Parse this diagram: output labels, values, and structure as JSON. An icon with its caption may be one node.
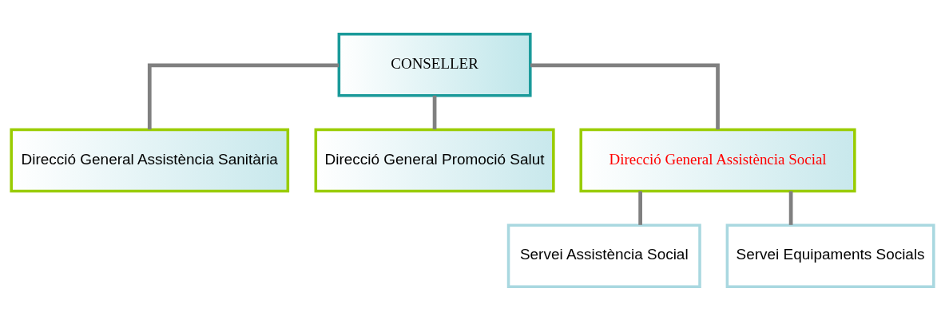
{
  "diagram": {
    "nodes": [
      {
        "text": [
          "CONSELLER"
        ]
      },
      {
        "text": [
          "Direcció General Assistència Sanitària"
        ]
      },
      {
        "text": [
          "Direcció General Promoció Salut"
        ]
      },
      {
        "text": [
          "Direcció General Assistència Social"
        ]
      },
      {
        "text": [
          "Servei Assistència Social"
        ]
      },
      {
        "text": [
          "Servei Equipaments Socials"
        ]
      }
    ],
    "edges": [
      {
        "from": 0,
        "to": 1,
        "arrow": "none"
      },
      {
        "from": 0,
        "to": 2,
        "arrow": "none"
      },
      {
        "from": 0,
        "to": 3,
        "arrow": "none"
      },
      {
        "from": 3,
        "to": 4,
        "arrow": "none"
      },
      {
        "from": 3,
        "to": 5,
        "arrow": "none"
      }
    ]
  }
}
